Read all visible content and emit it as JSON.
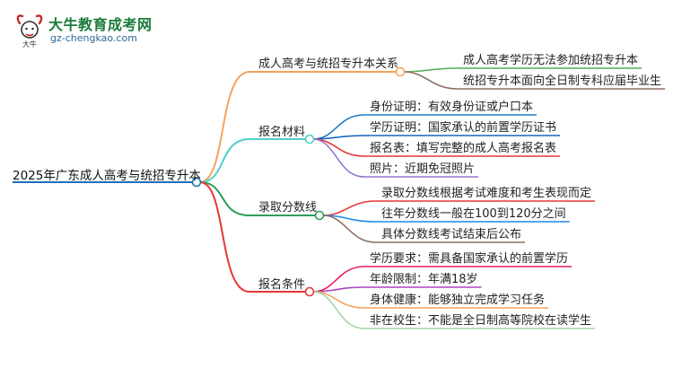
{
  "logo": {
    "name": "大牛教育成考网",
    "url": "gz-chengkao.com",
    "mark_text": "大牛"
  },
  "mindmap": {
    "root": "2025年广东成人高考与统招专升本",
    "branches": [
      {
        "label": "成人高考与统招专升本关系",
        "color": "#f5a25d",
        "items": [
          {
            "label": "成人高考学历无法参加统招专升本",
            "color": "#4caf50"
          },
          {
            "label": "统招专升本面向全日制专科应届毕业生",
            "color": "#8d6e63"
          }
        ]
      },
      {
        "label": "报名材料",
        "color": "#4dd0c8",
        "items": [
          {
            "label": "身份证明：有效身份证或户口本",
            "color": "#1e7bc4"
          },
          {
            "label": "学历证明：国家承认的前置学历证书",
            "color": "#1565c0"
          },
          {
            "label": "报名表：填写完整的成人高考报名表",
            "color": "#e53935"
          },
          {
            "label": "照片：近期免冠照片",
            "color": "#9575cd"
          }
        ]
      },
      {
        "label": "录取分数线",
        "color": "#2e9e5b",
        "items": [
          {
            "label": "录取分数线根据考试难度和考生表现而定",
            "color": "#e53935"
          },
          {
            "label": "往年分数线一般在100到120分之间",
            "color": "#1e88e5"
          },
          {
            "label": "具体分数线考试结束后公布",
            "color": "#8d6e63"
          }
        ]
      },
      {
        "label": "报名条件",
        "color": "#e53935",
        "items": [
          {
            "label": "学历要求：需具备国家承认的前置学历",
            "color": "#e91e63"
          },
          {
            "label": "年龄限制：年满18岁",
            "color": "#ab47bc"
          },
          {
            "label": "身体健康：能够独立完成学习任务",
            "color": "#f5a25d"
          },
          {
            "label": "非在校生：不能是全日制高等院校在读学生",
            "color": "#a5d6a7"
          }
        ]
      }
    ]
  },
  "colors": {
    "root_line": "#1e6fb8",
    "logo_green": "#1a7a3a"
  }
}
